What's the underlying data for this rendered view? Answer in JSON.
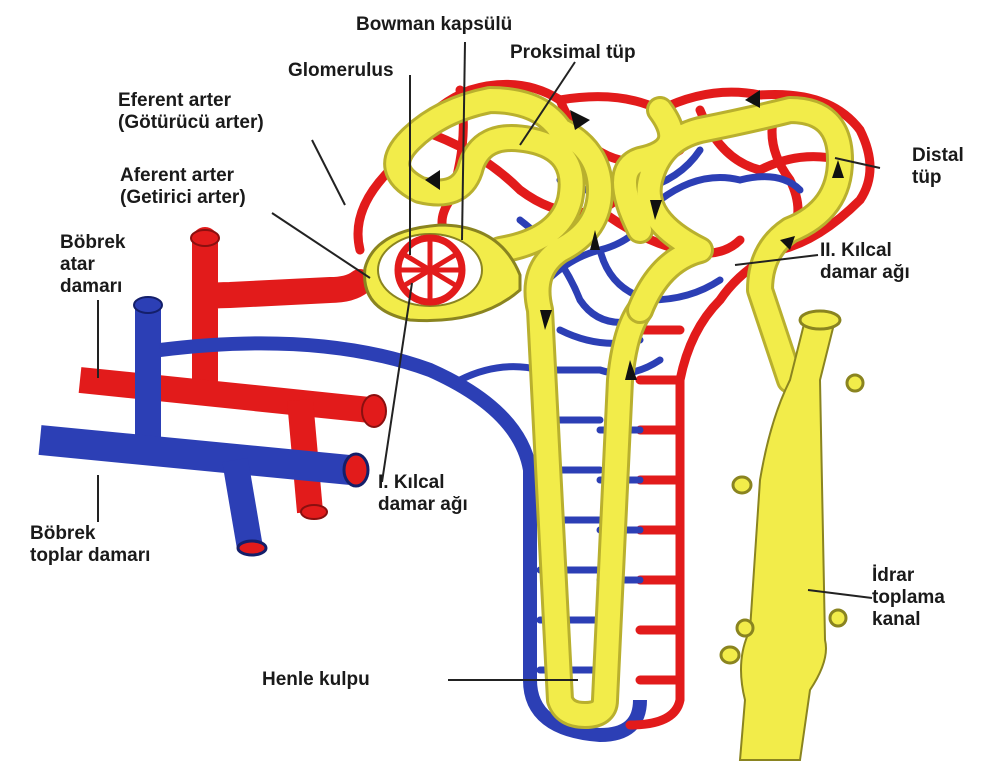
{
  "colors": {
    "artery": "#e21b1b",
    "vein": "#2c3fb5",
    "tubule": "#f2ec4a",
    "tubule_edge": "#b9b02e",
    "leader": "#222222"
  },
  "labels": {
    "bowman": "Bowman kapsülü",
    "proksimal": "Proksimal tüp",
    "glomerulus": "Glomerulus",
    "eferent_1": "Eferent arter",
    "eferent_2": "(Götürücü arter)",
    "aferent_1": "Aferent arter",
    "aferent_2": "(Getirici arter)",
    "bobrek_atar_1": "Böbrek",
    "bobrek_atar_2": "atar",
    "bobrek_atar_3": "damarı",
    "distal_1": "Distal",
    "distal_2": "tüp",
    "kilcal2_1": "II. Kılcal",
    "kilcal2_2": "damar ağı",
    "kilcal1_1": "I. Kılcal",
    "kilcal1_2": "damar ağı",
    "bobrek_toplar_1": "Böbrek",
    "bobrek_toplar_2": "toplar damarı",
    "idrar_1": "İdrar",
    "idrar_2": "toplama",
    "idrar_3": "kanal",
    "henle": "Henle kulpu"
  }
}
